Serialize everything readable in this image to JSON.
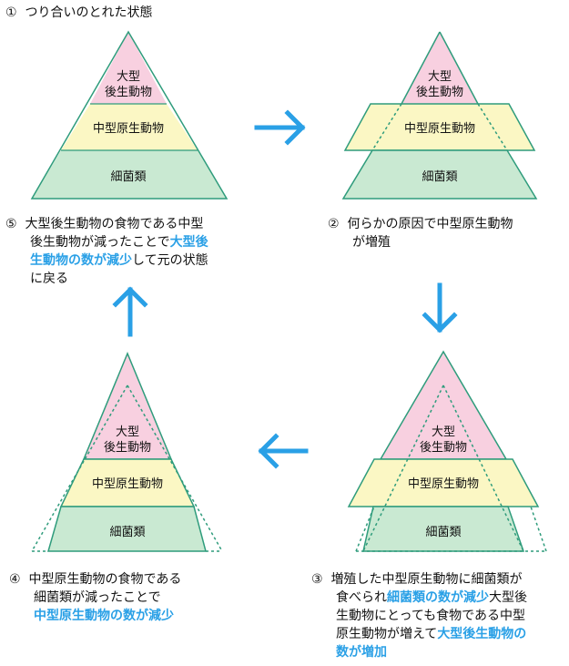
{
  "colors": {
    "tier_top": "#f8d0e0",
    "tier_mid": "#fbf7c4",
    "tier_bottom": "#c9e9d2",
    "outline": "#2f9c7c",
    "arrow": "#2aa0e6",
    "highlight": "#2aa0e6"
  },
  "tiers": {
    "top_line1": "大型",
    "top_line2": "後生動物",
    "middle": "中型原生動物",
    "bottom": "細菌類"
  },
  "steps": {
    "s1": {
      "num": "①",
      "text": "つり合いのとれた状態"
    },
    "s2": {
      "num": "②",
      "line1": "何らかの原因で中型原生動物",
      "line2": "が増殖"
    },
    "s3": {
      "num": "③",
      "line1": "増殖した中型原生動物に細菌類が",
      "line2_a": "食べられ",
      "line2_hl": "細菌類の数が減少",
      "line2_b": "大型後",
      "line3": "生動物にとっても食物である中型",
      "line4_a": "原生動物が増えて",
      "line4_hl": "大型後生動物の",
      "line5_hl": "数が増加"
    },
    "s4": {
      "num": "④",
      "line1": "中型原生動物の食物である",
      "line2": "細菌類が減ったことで",
      "line3_hl": "中型原生動物の数が減少"
    },
    "s5": {
      "num": "⑤",
      "line1": "大型後生動物の食物である中型",
      "line2_a": "後生動物が減ったことで",
      "line2_hl": "大型後",
      "line3_hl": "生動物の数が減少",
      "line3_b": "して元の状態",
      "line4": "に戻る"
    }
  }
}
